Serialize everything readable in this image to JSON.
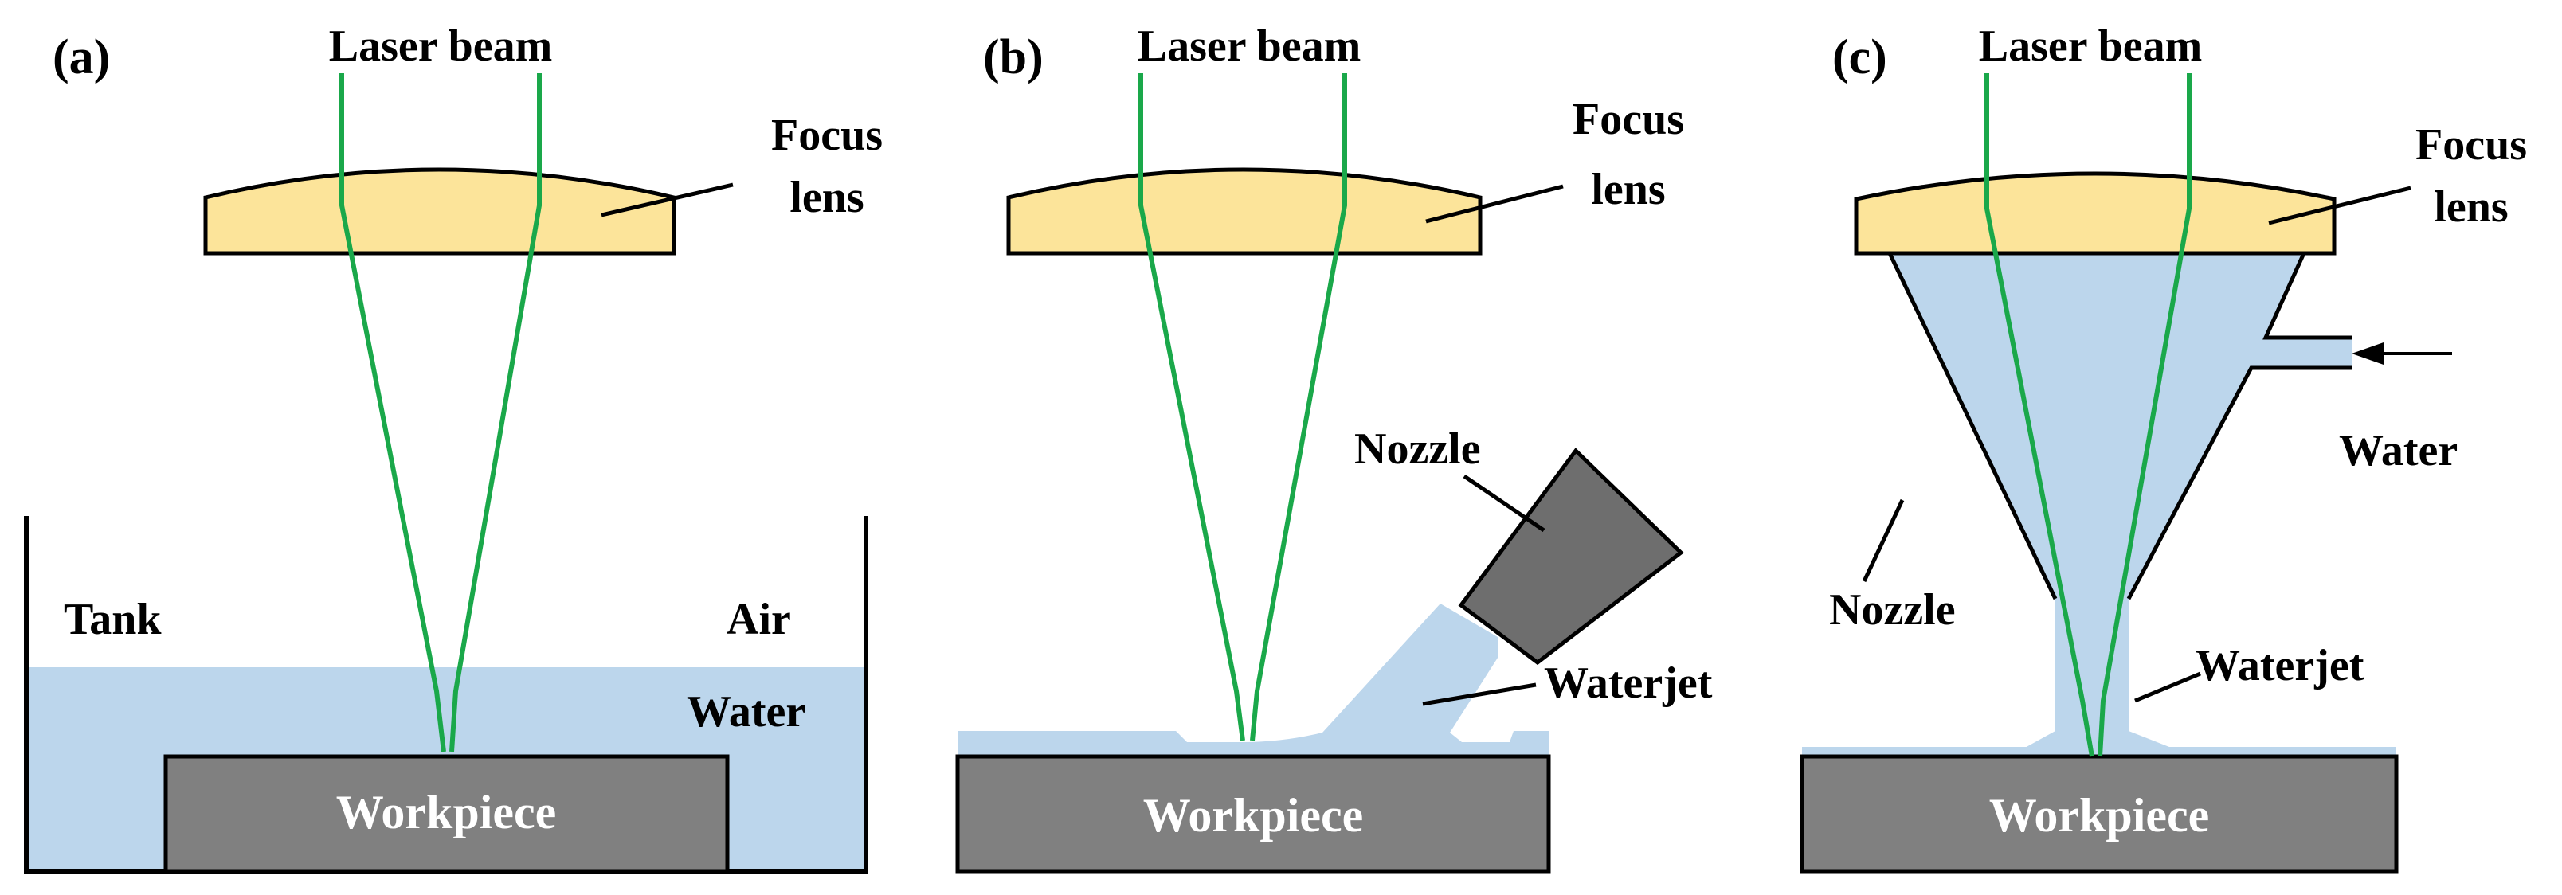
{
  "colors": {
    "lens": "#fce49a",
    "water": "#bcd6ec",
    "workpiece": "#808080",
    "nozzle_b": "#6e6e6e",
    "beam": "#1aa84a",
    "outline": "#000000"
  },
  "panels": [
    {
      "id": "a",
      "label": "(a)",
      "laser": "Laser beam",
      "focus_line1": "Focus",
      "focus_line2": "lens",
      "tank": "Tank",
      "air": "Air",
      "water": "Water",
      "workpiece": "Workpiece"
    },
    {
      "id": "b",
      "label": "(b)",
      "laser": "Laser beam",
      "focus_line1": "Focus",
      "focus_line2": "lens",
      "nozzle": "Nozzle",
      "waterjet": "Waterjet",
      "workpiece": "Workpiece"
    },
    {
      "id": "c",
      "label": "(c)",
      "laser": "Laser beam",
      "focus_line1": "Focus",
      "focus_line2": "lens",
      "water": "Water",
      "nozzle": "Nozzle",
      "waterjet": "Waterjet",
      "workpiece": "Workpiece"
    }
  ]
}
